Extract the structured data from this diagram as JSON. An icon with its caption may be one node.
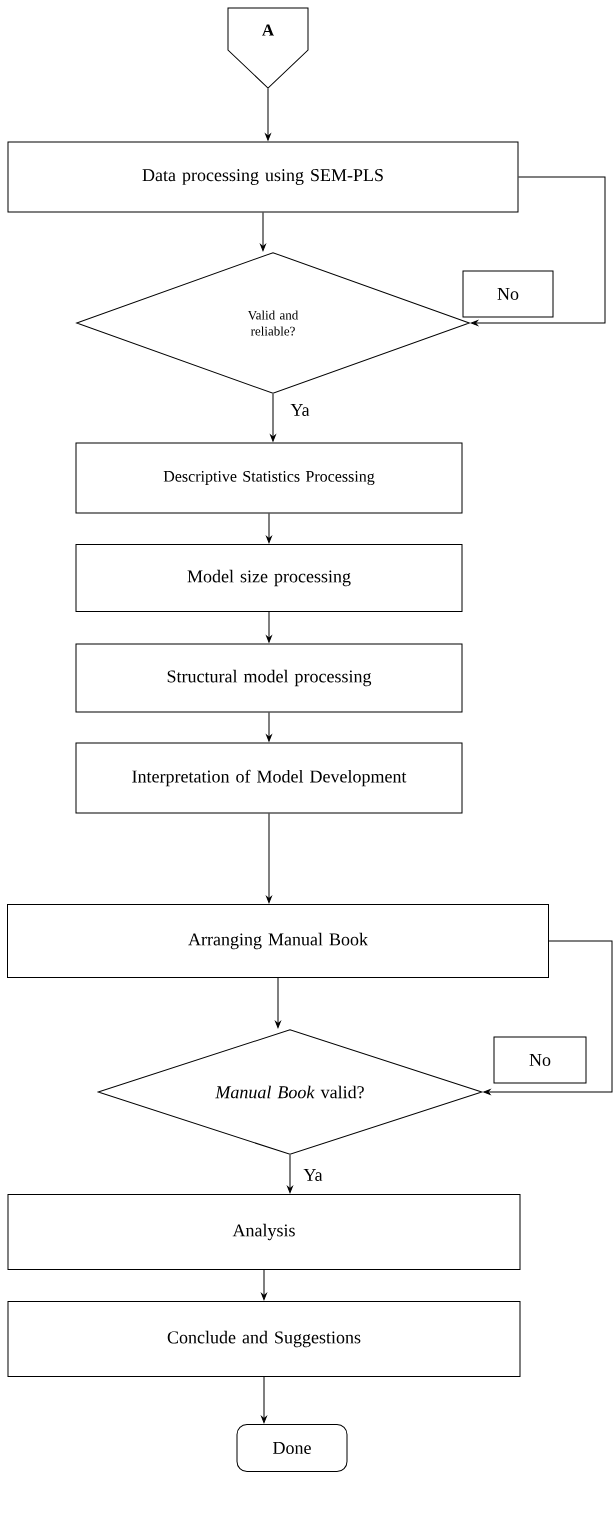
{
  "diagram": {
    "nodes": [
      {
        "text": [
          "A"
        ]
      },
      {
        "text": [
          "Data processing using SEM-PLS"
        ]
      },
      {
        "text": [
          "Valid and reliable?"
        ]
      },
      {
        "text": [
          "Descriptive Statistics Processing"
        ]
      },
      {
        "text": [
          "Model size processing"
        ]
      },
      {
        "text": [
          "Structural model processing"
        ]
      },
      {
        "text": [
          "Interpretation of Model Development"
        ]
      },
      {
        "text": [
          "Arranging Manual Book"
        ]
      },
      {
        "text": [
          "*Manual Book* valid?"
        ]
      },
      {
        "text": [
          "Analysis"
        ]
      },
      {
        "text": [
          "Conclude and Suggestions"
        ]
      },
      {
        "text": [
          "Done"
        ]
      }
    ],
    "edges": [
      {
        "from": 0,
        "to": 1,
        "arrow": "to"
      },
      {
        "from": 1,
        "to": 2,
        "arrow": "to"
      },
      {
        "from": 2,
        "to": 3,
        "arrow": "to",
        "label": "Ya"
      },
      {
        "from": 3,
        "to": 4,
        "arrow": "to"
      },
      {
        "from": 4,
        "to": 5,
        "arrow": "to"
      },
      {
        "from": 5,
        "to": 6,
        "arrow": "to"
      },
      {
        "from": 6,
        "to": 7,
        "arrow": "to"
      },
      {
        "from": 7,
        "to": 8,
        "arrow": "to"
      },
      {
        "from": 1,
        "to": 2,
        "arrow": "to",
        "label": "No"
      },
      {
        "from": 7,
        "to": 8,
        "arrow": "to",
        "label": "No"
      },
      {
        "from": 8,
        "to": 9,
        "arrow": "to",
        "label": "Ya"
      },
      {
        "from": 9,
        "to": 10,
        "arrow": "to"
      },
      {
        "from": 10,
        "to": 11,
        "arrow": "to"
      }
    ]
  }
}
